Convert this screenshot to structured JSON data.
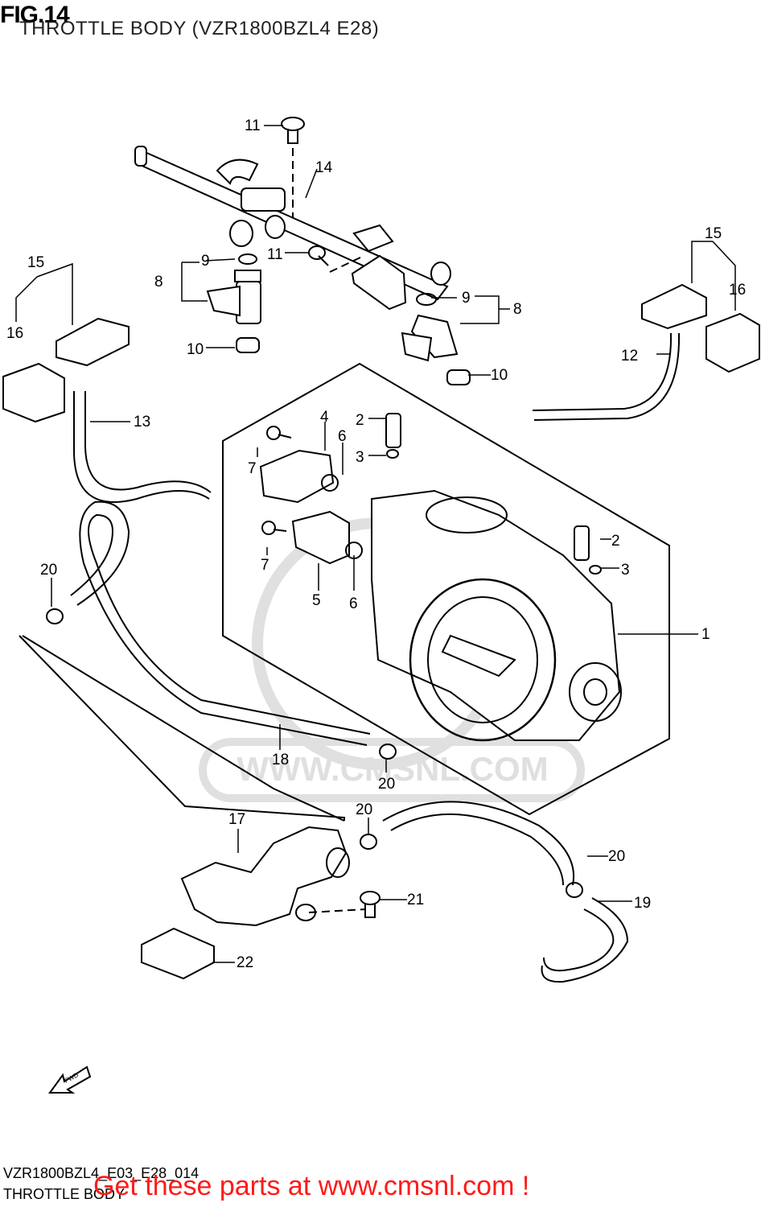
{
  "header": {
    "fig_number": "FIG.14",
    "title": "THROTTLE BODY (VZR1800BZL4 E28)"
  },
  "callouts": [
    "1",
    "2",
    "3",
    "4",
    "5",
    "6",
    "7",
    "8",
    "9",
    "10",
    "11",
    "12",
    "13",
    "14",
    "15",
    "16",
    "17",
    "18",
    "19",
    "20",
    "21",
    "22"
  ],
  "labels": {
    "l1": "1",
    "l2a": "2",
    "l2b": "2",
    "l3a": "3",
    "l3b": "3",
    "l4": "4",
    "l5": "5",
    "l6a": "6",
    "l6b": "6",
    "l7a": "7",
    "l7b": "7",
    "l8a": "8",
    "l8b": "8",
    "l9a": "9",
    "l9b": "9",
    "l10a": "10",
    "l10b": "10",
    "l11a": "11",
    "l11b": "11",
    "l12": "12",
    "l13": "13",
    "l14": "14",
    "l15a": "15",
    "l15b": "15",
    "l16a": "16",
    "l16b": "16",
    "l17": "17",
    "l18": "18",
    "l19": "19",
    "l20a": "20",
    "l20b": "20",
    "l20c": "20",
    "l20d": "20",
    "l21": "21",
    "l22": "22"
  },
  "watermark": "WWW.CMSNL.COM",
  "fwd_label": "FWD",
  "footer": {
    "code": "VZR1800BZL4_E03_E28_014",
    "subtitle": "THROTTLE BODY",
    "promo": "Get these parts at www.cmsnl.com !"
  },
  "colors": {
    "promo": "#ff1a1a",
    "line": "#000000",
    "watermark": "#d9d9d9"
  }
}
